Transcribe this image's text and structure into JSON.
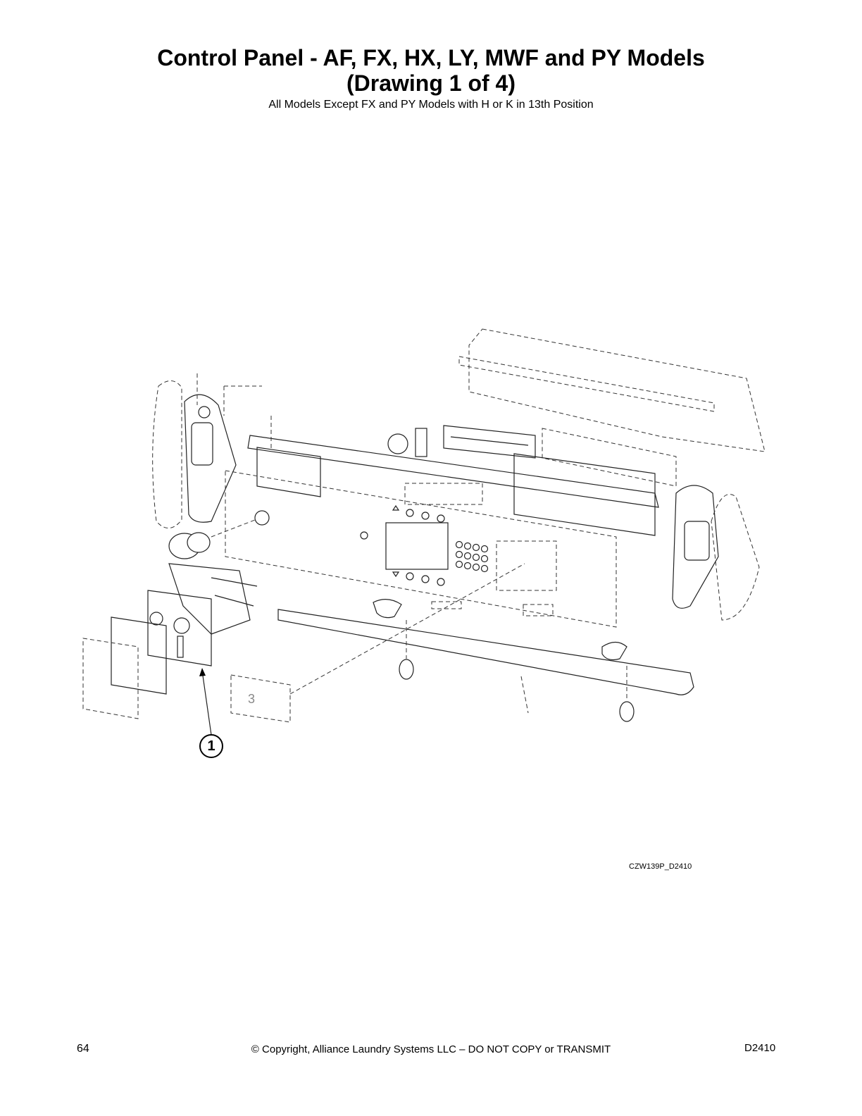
{
  "page": {
    "title_line1": "Control Panel - AF, FX, HX, LY, MWF and PY Models",
    "title_line2": "(Drawing 1 of 4)",
    "subtitle": "All Models Except FX and PY Models with H or K in 13th Position"
  },
  "figure": {
    "callout_number": "1",
    "drawing_id": "CZW139P_D2410"
  },
  "footer": {
    "page_number": "64",
    "copyright": "© Copyright, Alliance Laundry Systems LLC – DO NOT COPY or TRANSMIT",
    "doc_code": "D2410"
  }
}
